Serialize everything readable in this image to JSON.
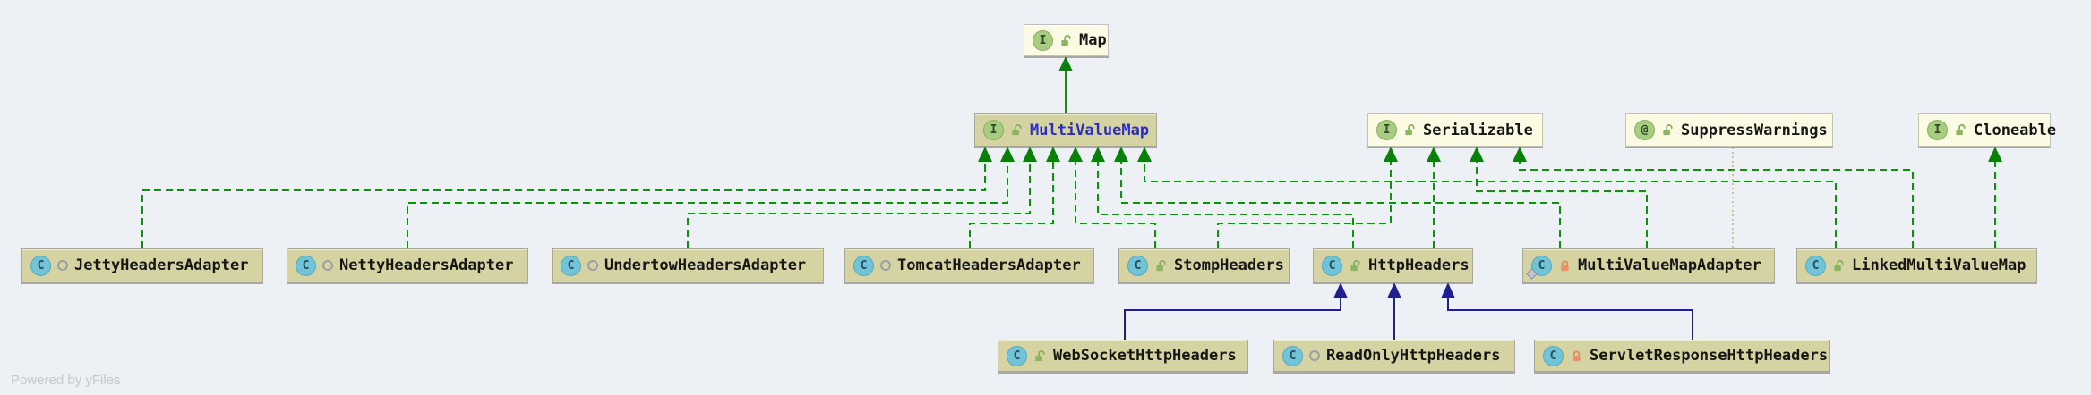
{
  "watermark": "Powered by yFiles",
  "icons": {
    "class": "C",
    "interface": "I",
    "annotation": "@"
  },
  "colors": {
    "canvas": "#edf0f5",
    "node_cream": "#fbfbe3",
    "node_khaki": "#d6d3a2",
    "edge_implements_green": "#0c930c",
    "edge_extends_navy": "#1f1f8f",
    "edge_annotation_dotted": "#b9bd72",
    "central_label_blue": "#2d2dbf"
  },
  "nodes": {
    "map": {
      "label": "Map",
      "kind": "interface",
      "visibility": "public"
    },
    "multi_value_map": {
      "label": "MultiValueMap",
      "kind": "interface",
      "visibility": "public"
    },
    "serializable": {
      "label": "Serializable",
      "kind": "interface",
      "visibility": "public"
    },
    "suppress_warnings": {
      "label": "SuppressWarnings",
      "kind": "annotation",
      "visibility": "public"
    },
    "cloneable": {
      "label": "Cloneable",
      "kind": "interface",
      "visibility": "public"
    },
    "jetty_headers_adapter": {
      "label": "JettyHeadersAdapter",
      "kind": "class",
      "visibility": "package-private"
    },
    "netty_headers_adapter": {
      "label": "NettyHeadersAdapter",
      "kind": "class",
      "visibility": "package-private"
    },
    "undertow_headers_adapter": {
      "label": "UndertowHeadersAdapter",
      "kind": "class",
      "visibility": "package-private"
    },
    "tomcat_headers_adapter": {
      "label": "TomcatHeadersAdapter",
      "kind": "class",
      "visibility": "package-private"
    },
    "stomp_headers": {
      "label": "StompHeaders",
      "kind": "class",
      "visibility": "public"
    },
    "http_headers": {
      "label": "HttpHeaders",
      "kind": "class",
      "visibility": "public"
    },
    "multi_value_map_adapter": {
      "label": "MultiValueMapAdapter",
      "kind": "class",
      "visibility": "private",
      "decorated": true
    },
    "linked_multi_value_map": {
      "label": "LinkedMultiValueMap",
      "kind": "class",
      "visibility": "public"
    },
    "web_socket_http_headers": {
      "label": "WebSocketHttpHeaders",
      "kind": "class",
      "visibility": "public"
    },
    "read_only_http_headers": {
      "label": "ReadOnlyHttpHeaders",
      "kind": "class",
      "visibility": "package-private"
    },
    "servlet_response_http_headers": {
      "label": "ServletResponseHttpHeaders",
      "kind": "class",
      "visibility": "private"
    }
  },
  "edges": [
    {
      "from": "MultiValueMap",
      "to": "Map",
      "type": "extends-interface"
    },
    {
      "from": "JettyHeadersAdapter",
      "to": "MultiValueMap",
      "type": "implements"
    },
    {
      "from": "NettyHeadersAdapter",
      "to": "MultiValueMap",
      "type": "implements"
    },
    {
      "from": "UndertowHeadersAdapter",
      "to": "MultiValueMap",
      "type": "implements"
    },
    {
      "from": "TomcatHeadersAdapter",
      "to": "MultiValueMap",
      "type": "implements"
    },
    {
      "from": "StompHeaders",
      "to": "MultiValueMap",
      "type": "implements"
    },
    {
      "from": "HttpHeaders",
      "to": "MultiValueMap",
      "type": "implements"
    },
    {
      "from": "MultiValueMapAdapter",
      "to": "MultiValueMap",
      "type": "implements"
    },
    {
      "from": "LinkedMultiValueMap",
      "to": "MultiValueMap",
      "type": "implements"
    },
    {
      "from": "StompHeaders",
      "to": "Serializable",
      "type": "implements"
    },
    {
      "from": "HttpHeaders",
      "to": "Serializable",
      "type": "implements"
    },
    {
      "from": "MultiValueMapAdapter",
      "to": "Serializable",
      "type": "implements"
    },
    {
      "from": "LinkedMultiValueMap",
      "to": "Serializable",
      "type": "implements"
    },
    {
      "from": "LinkedMultiValueMap",
      "to": "Cloneable",
      "type": "implements"
    },
    {
      "from": "SuppressWarnings",
      "to": "MultiValueMapAdapter",
      "type": "annotation"
    },
    {
      "from": "WebSocketHttpHeaders",
      "to": "HttpHeaders",
      "type": "extends-class"
    },
    {
      "from": "ReadOnlyHttpHeaders",
      "to": "HttpHeaders",
      "type": "extends-class"
    },
    {
      "from": "ServletResponseHttpHeaders",
      "to": "HttpHeaders",
      "type": "extends-class"
    }
  ]
}
